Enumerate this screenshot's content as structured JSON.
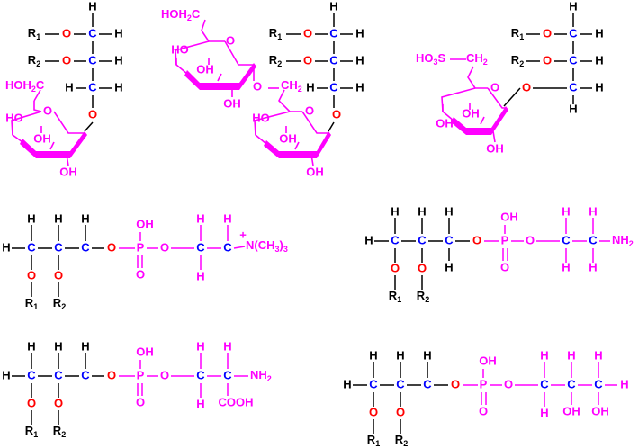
{
  "colors": {
    "black": "#000000",
    "carbon": "#0000ff",
    "oxygen": "#ff0000",
    "headgroup": "#ff00ff"
  },
  "labels": {
    "H": "H",
    "O": "O",
    "C": "C",
    "R": "R",
    "one": "1",
    "two": "2",
    "three": "3",
    "P": "P",
    "OH": "OH",
    "HO": "HO",
    "HOH2C": "HOH",
    "CH2": "CH",
    "SO3": "HO",
    "S": "S",
    "NH2": "NH",
    "NMe3": "N(CH",
    "close_paren": ")",
    "plus": "+",
    "COOH": "COOH"
  }
}
